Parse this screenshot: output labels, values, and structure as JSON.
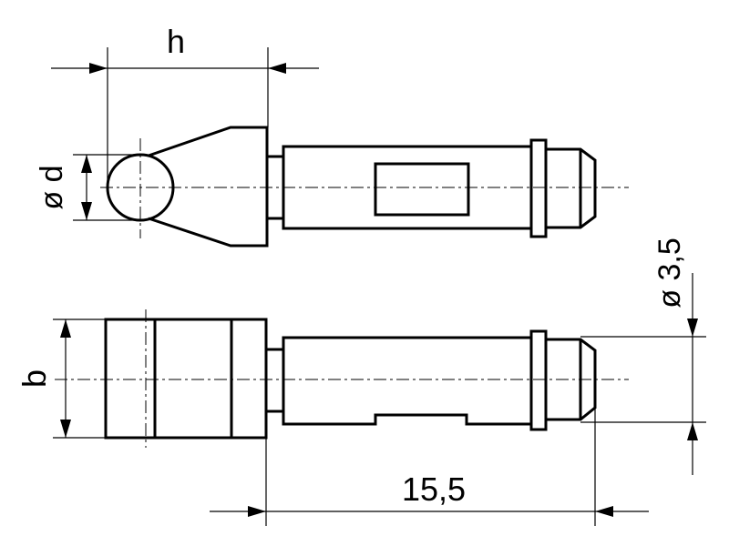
{
  "labels": {
    "height": "h",
    "ball_diameter": "ø d",
    "width": "b",
    "shank_diameter": "ø 3,5",
    "shank_length": "15,5"
  }
}
